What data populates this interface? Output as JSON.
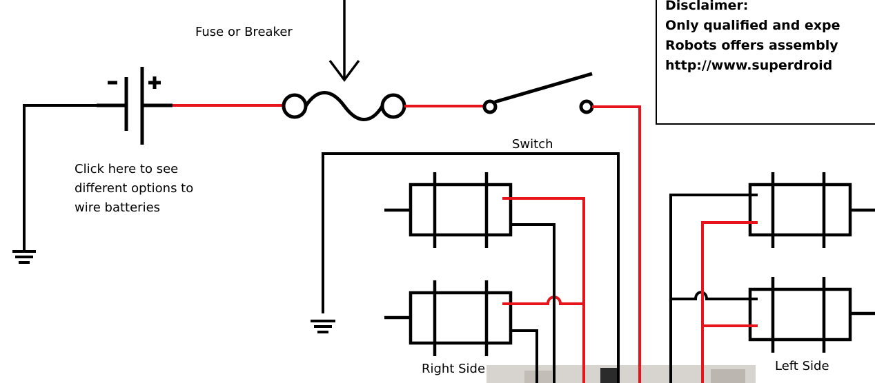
{
  "diagram": {
    "labels": {
      "fuse": "Fuse or Breaker",
      "switch": "Switch",
      "battery_link": "Click here to see\ndifferent options to\nwire batteries",
      "right_side": "Right Side",
      "left_side": "Left Side"
    },
    "disclaimer": {
      "title": "Disclaimer:",
      "line1": "Only qualified and expe",
      "line2": "Robots offers assembly",
      "line3": "http://www.superdroid"
    },
    "colors": {
      "power": "#e8141b",
      "ground": "#000000"
    }
  }
}
